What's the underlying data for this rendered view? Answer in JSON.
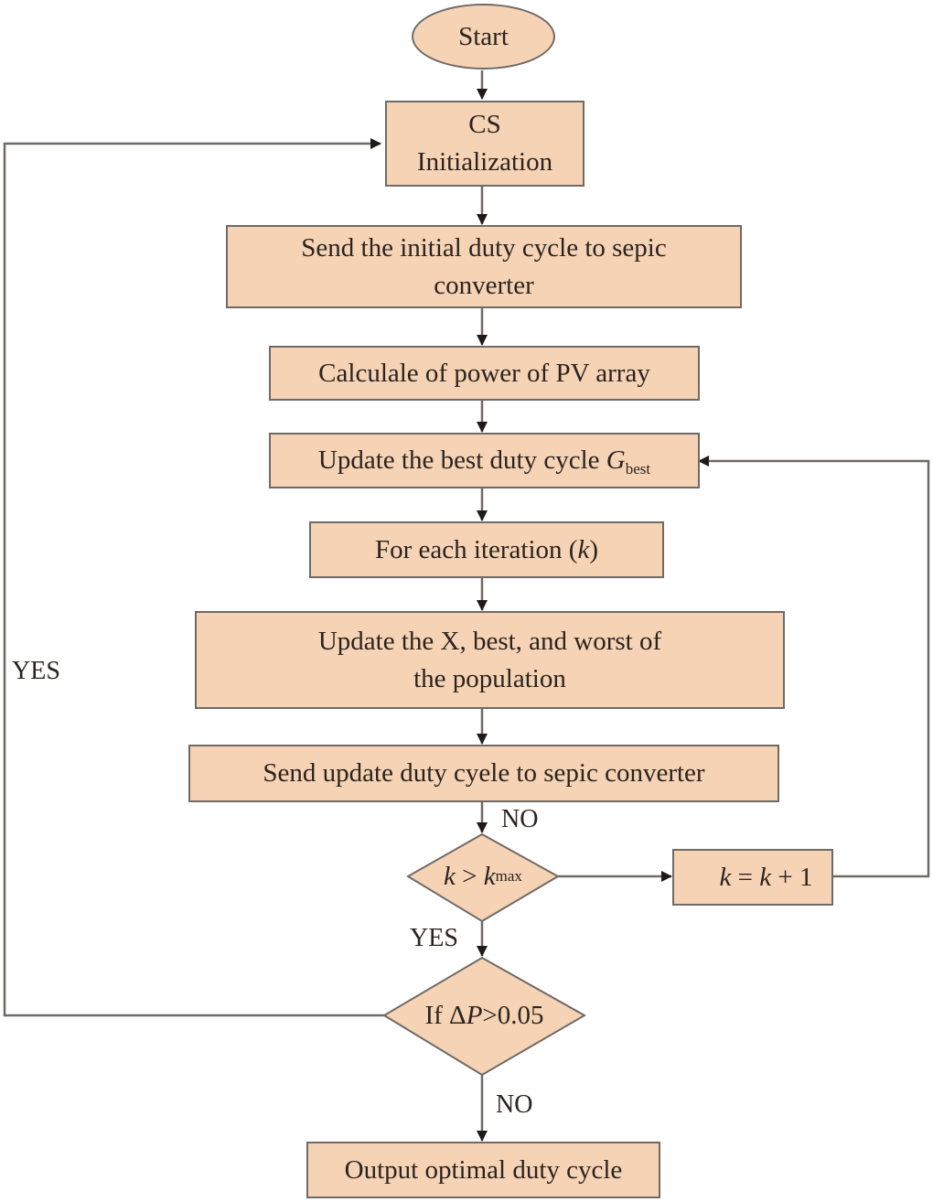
{
  "diagram": {
    "fill_color": "#f6d3b4",
    "stroke_color": "#6f6a66",
    "nodes": {
      "start": "Start",
      "init_line1": "CS",
      "init_line2": "Initialization",
      "send_initial_line1": "Send the initial duty cycle to sepic",
      "send_initial_line2": "converter",
      "calculate": "Calculale of power of PV array",
      "update_best_text": "Update the best duty cycle ",
      "update_best_var": "G",
      "update_best_sub": "best",
      "for_each_text": "For each iteration (",
      "for_each_var": "k",
      "for_each_close": ")",
      "update_pop_line1": "Update the X, best, and worst of",
      "update_pop_line2": "the population",
      "send_update": "Send update duty cyele to sepic converter",
      "decision1_var": "k",
      "decision1_op": " > ",
      "decision1_var2": "k",
      "decision1_sub": "max",
      "increment_var": "k",
      "increment_mid": " = ",
      "increment_var2": "k",
      "increment_end": " + 1",
      "decision2_prefix": "If Δ",
      "decision2_var": "P",
      "decision2_suffix": ">0.05",
      "output": "Output optimal duty cycle"
    },
    "labels": {
      "no_1": "NO",
      "yes_1": "YES",
      "yes_loop": "YES",
      "no_2": "NO"
    }
  }
}
